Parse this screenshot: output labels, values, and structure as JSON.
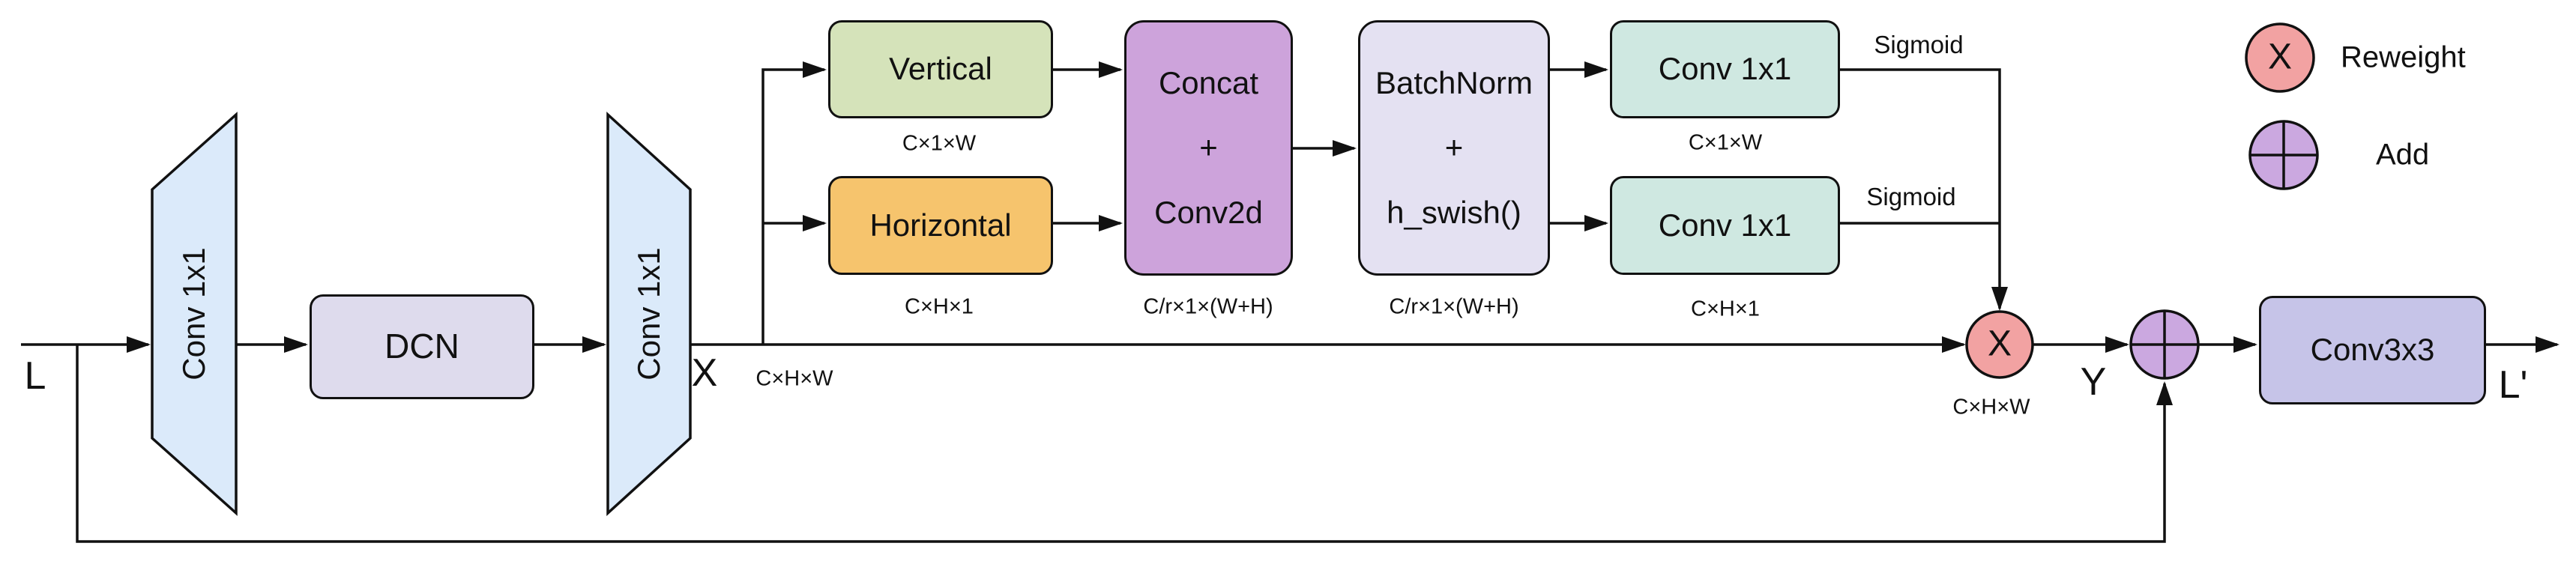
{
  "diagram": {
    "io_labels": {
      "input": "L",
      "after_reduce": "X",
      "after_reweight": "Y",
      "output": "L'"
    },
    "nodes": {
      "conv1x1_expand": "Conv 1x1",
      "dcn": "DCN",
      "conv1x1_reduce": "Conv 1x1",
      "vertical": "Vertical",
      "horizontal": "Horizontal",
      "concat": {
        "line1": "Concat",
        "line2": "+",
        "line3": "Conv2d"
      },
      "batchnorm": {
        "line1": "BatchNorm",
        "line2": "+",
        "line3": "h_swish()"
      },
      "conv1x1_top": "Conv 1x1",
      "conv1x1_bottom": "Conv 1x1",
      "conv3x3": "Conv3x3"
    },
    "dims": {
      "x_input": "C×H×W",
      "vertical": "C×1×W",
      "horizontal": "C×H×1",
      "concat": "C/r×1×(W+H)",
      "batchnorm": "C/r×1×(W+H)",
      "conv_top": "C×1×W",
      "conv_bottom": "C×H×1",
      "reweight_out": "C×H×W"
    },
    "activation_labels": {
      "sigmoid_top": "Sigmoid",
      "sigmoid_bottom": "Sigmoid"
    },
    "operators": {
      "multiply": "X"
    },
    "legend": {
      "reweight": "Reweight",
      "add": "Add"
    },
    "colors": {
      "trapezoid_fill": "#dbeafa",
      "dcn_fill": "#dedbed",
      "vertical_fill": "#d5e3ba",
      "horizontal_fill": "#f6c46d",
      "concat_fill": "#cda3db",
      "batchnorm_fill": "#e4e1f2",
      "conv1x1_fill": "#cfe8e1",
      "conv3x3_fill": "#c6c4e8",
      "reweight_fill": "#f2a2a2",
      "add_fill": "#cba8e0",
      "stroke": "#111111"
    }
  }
}
